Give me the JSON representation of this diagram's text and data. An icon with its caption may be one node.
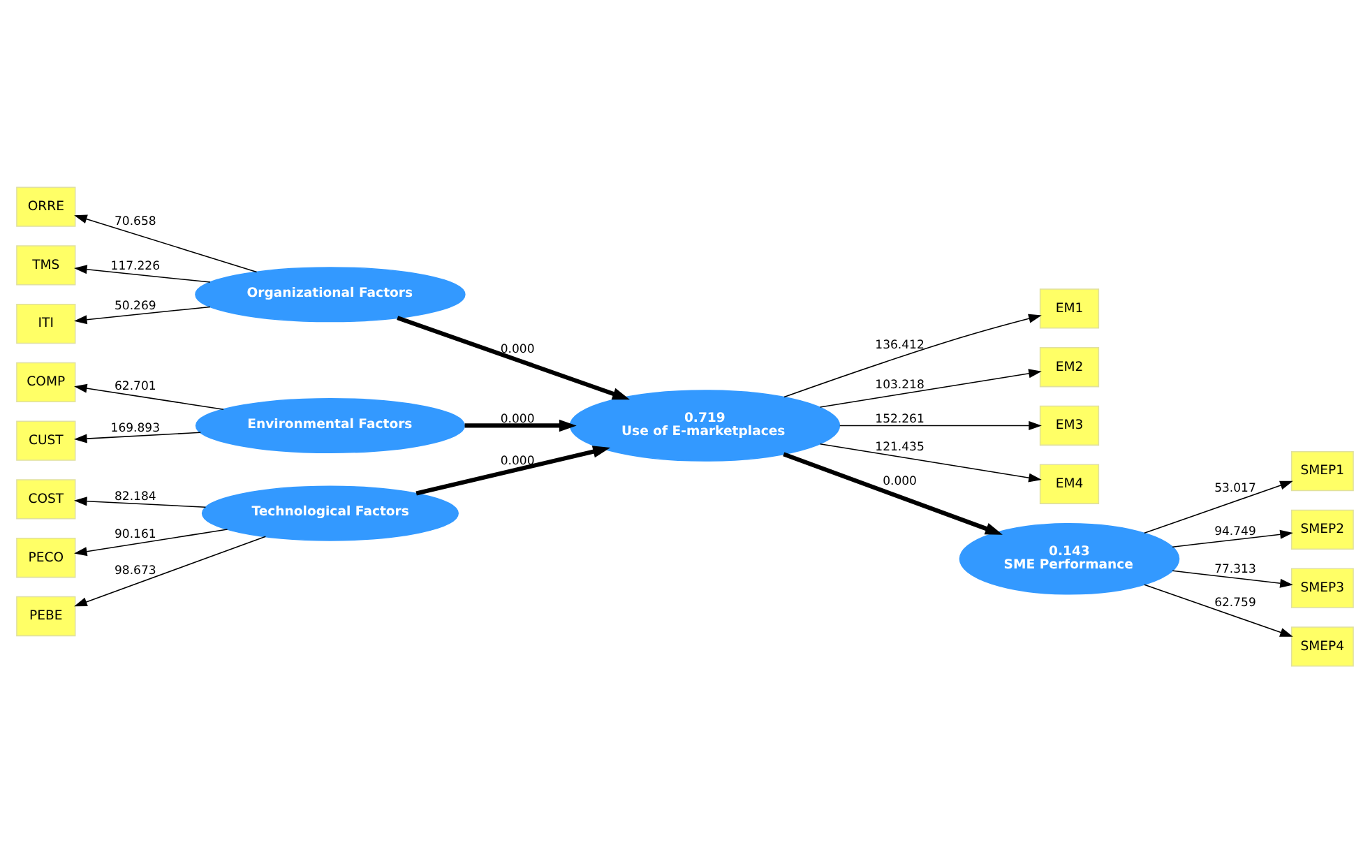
{
  "diagram": {
    "nodes": [
      {
        "text": [
          "COST"
        ]
      },
      {
        "text": [
          "PEBE"
        ]
      },
      {
        "text": [
          "PECO"
        ]
      },
      {
        "text": [
          "Technological Factors"
        ]
      },
      {
        "text": [
          "EM1"
        ]
      },
      {
        "text": [
          "EM2"
        ]
      },
      {
        "text": [
          "EM3"
        ]
      },
      {
        "text": [
          "EM4"
        ]
      },
      {
        "text": [
          "ITI"
        ]
      },
      {
        "text": [
          "ORRE"
        ]
      },
      {
        "text": [
          "TMS"
        ]
      },
      {
        "text": [
          "Organizational Factors"
        ]
      },
      {
        "text": [
          "0.719",
          "Use of E-marketplaces"
        ]
      },
      {
        "text": [
          "0.143",
          "SME Performance"
        ]
      },
      {
        "text": [
          "SMEP1"
        ]
      },
      {
        "text": [
          "SMEP2"
        ]
      },
      {
        "text": [
          "SMEP3"
        ]
      },
      {
        "text": [
          "SMEP4"
        ]
      },
      {
        "text": [
          "COMP"
        ]
      },
      {
        "text": [
          "CUST"
        ]
      },
      {
        "text": [
          "Environmental Factors"
        ]
      }
    ],
    "edges": [
      {
        "from": 3,
        "to": 0,
        "arrow": "to",
        "label": "82.184"
      },
      {
        "from": 3,
        "to": 1,
        "arrow": "to",
        "label": "98.673"
      },
      {
        "from": 3,
        "to": 2,
        "arrow": "to",
        "label": "90.161"
      },
      {
        "from": 12,
        "to": 4,
        "arrow": "to",
        "label": "136.412"
      },
      {
        "from": 12,
        "to": 5,
        "arrow": "to",
        "label": "103.218"
      },
      {
        "from": 12,
        "to": 6,
        "arrow": "to",
        "label": "152.261"
      },
      {
        "from": 12,
        "to": 7,
        "arrow": "to",
        "label": "121.435"
      },
      {
        "from": 11,
        "to": 8,
        "arrow": "to",
        "label": "50.269"
      },
      {
        "from": 11,
        "to": 9,
        "arrow": "to",
        "label": "70.658"
      },
      {
        "from": 11,
        "to": 10,
        "arrow": "to",
        "label": "117.226"
      },
      {
        "from": 3,
        "to": 12,
        "arrow": "to",
        "label": "0.000",
        "style": "thick"
      },
      {
        "from": 11,
        "to": 12,
        "arrow": "to",
        "label": "0.000",
        "style": "thick"
      },
      {
        "from": 20,
        "to": 12,
        "arrow": "to",
        "label": "0.000",
        "style": "thick"
      },
      {
        "from": 12,
        "to": 13,
        "arrow": "to",
        "label": "0.000",
        "style": "thick"
      },
      {
        "from": 13,
        "to": 14,
        "arrow": "to",
        "label": "53.017"
      },
      {
        "from": 13,
        "to": 15,
        "arrow": "to",
        "label": "94.749"
      },
      {
        "from": 13,
        "to": 16,
        "arrow": "to",
        "label": "77.313"
      },
      {
        "from": 13,
        "to": 17,
        "arrow": "to",
        "label": "62.759"
      },
      {
        "from": 20,
        "to": 18,
        "arrow": "to",
        "label": "62.701"
      },
      {
        "from": 20,
        "to": 19,
        "arrow": "to",
        "label": "169.893"
      }
    ]
  }
}
